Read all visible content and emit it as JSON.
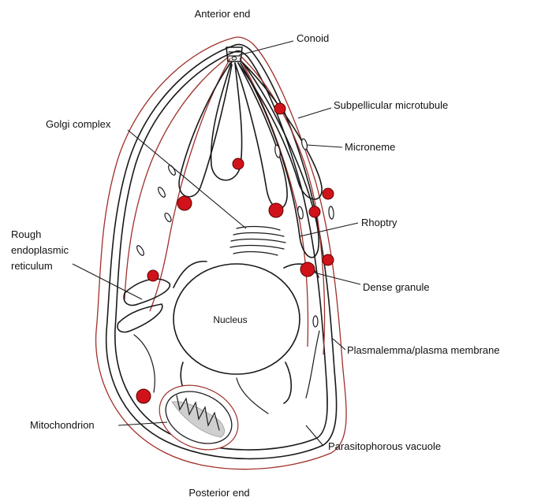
{
  "labels": {
    "anterior_end": "Anterior end",
    "posterior_end": "Posterior end",
    "conoid": "Conoid",
    "subpellicular_microtubule": "Subpellicular microtubule",
    "golgi_complex": "Golgi complex",
    "microneme": "Microneme",
    "rough_er_line1": "Rough",
    "rough_er_line2": "endoplasmic",
    "rough_er_line3": "reticulum",
    "rhoptry": "Rhoptry",
    "dense_granule": "Dense granule",
    "nucleus": "Nucleus",
    "plasma_membrane": "Plasmalemma/plasma membrane",
    "mitochondrion": "Mitochondrion",
    "parasitophorous_vacuole": "Parasitophorous vacuole"
  },
  "colors": {
    "granule_red": "#d0131a",
    "membrane_red": "#a0302a",
    "outline": "#1a1a1a",
    "mitochondrion_fill": "#cfcfcf"
  }
}
